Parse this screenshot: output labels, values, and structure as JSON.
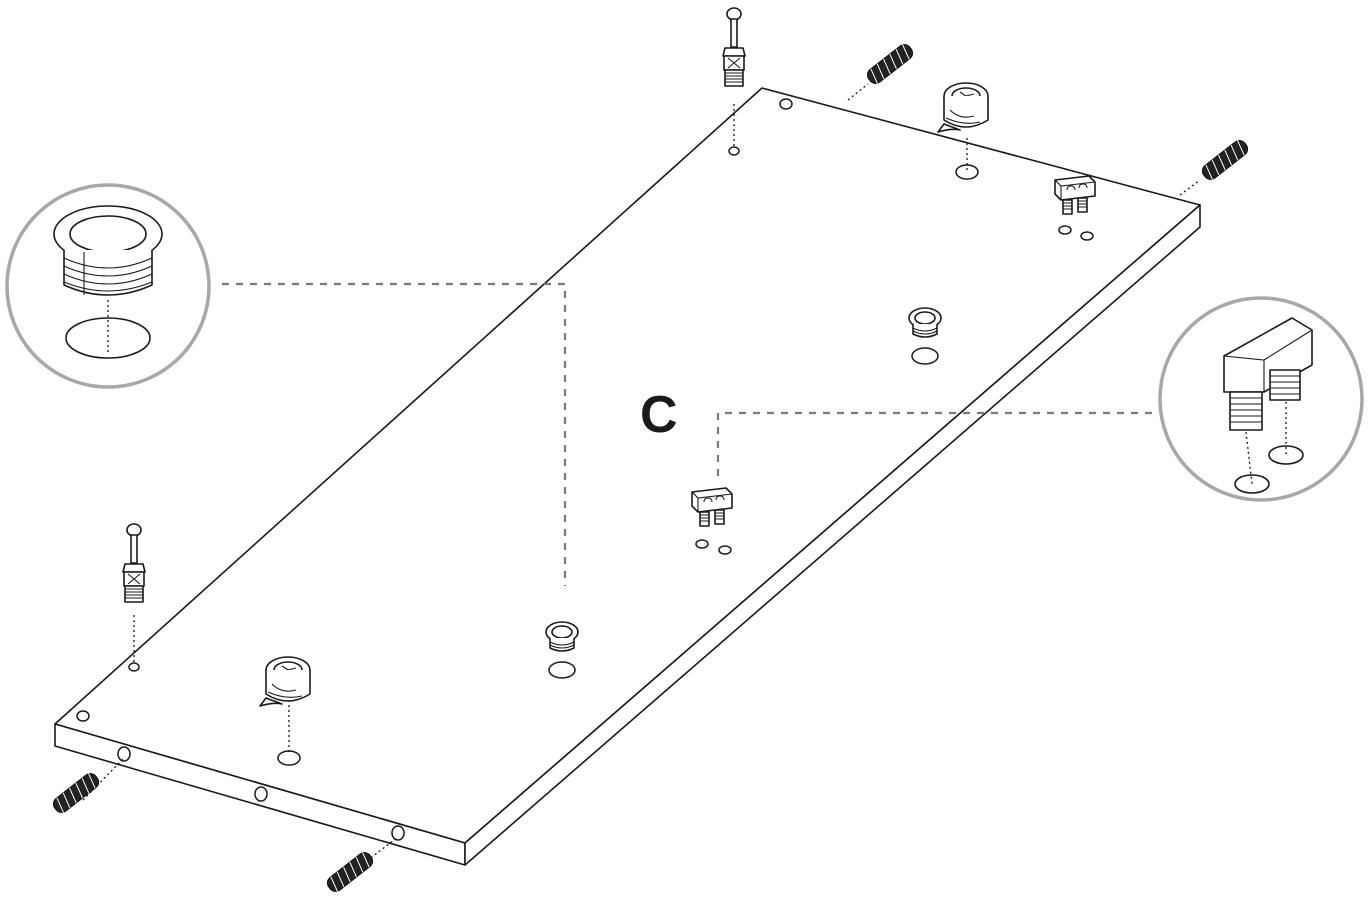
{
  "diagram": {
    "part_label": "C",
    "colors": {
      "line": "#1a1a1a",
      "callout_ring": "#a8a8a8",
      "leader": "#7a7a7a",
      "dowel": "#222222"
    },
    "icons": [
      "panel",
      "dowel",
      "cam-bolt",
      "cam-lock",
      "grommet-insert",
      "double-screw-bracket",
      "hole"
    ]
  }
}
